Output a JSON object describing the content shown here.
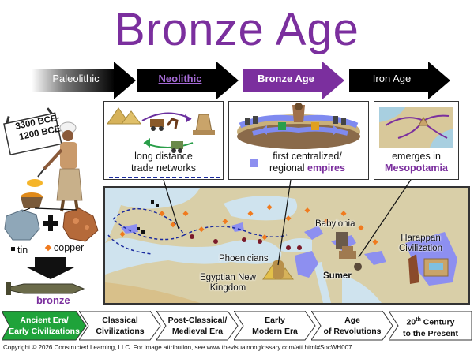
{
  "title": "Bronze Age",
  "eras": [
    "Paleolithic",
    "Neolithic",
    "Bronze Age",
    "Iron Age"
  ],
  "date_sign": {
    "line1": "3300 BCE-",
    "line2": "1200 BCE"
  },
  "left_panel": {
    "tin": "tin",
    "copper": "copper",
    "bronze": "bronze",
    "plus": "+"
  },
  "panels": {
    "trade": {
      "line1": "long distance",
      "line2": "trade networks"
    },
    "empires": {
      "line1": "first centralized/",
      "line2_prefix": "regional ",
      "line2_emph": "empires"
    },
    "mesopotamia": {
      "line1": "emerges in",
      "line2": "Mesopotamia"
    }
  },
  "map_labels": {
    "babylonia": "Babylonia",
    "harappan_1": "Harappan",
    "harappan_2": "Civilization",
    "phoenicians": "Phoenicians",
    "egypt_1": "Egyptian New",
    "egypt_2": "Kingdom",
    "sumer": "Sumer"
  },
  "timeline": [
    {
      "line1": "Ancient Era/",
      "line2": "Early Civilizations",
      "active": true
    },
    {
      "line1": "Classical",
      "line2": "Civilizations",
      "active": false
    },
    {
      "line1": "Post-Classical/",
      "line2": "Medieval Era",
      "active": false
    },
    {
      "line1": "Early",
      "line2": "Modern Era",
      "active": false
    },
    {
      "line1": "Age",
      "line2": "of Revolutions",
      "active": false
    },
    {
      "line1_main": "20",
      "line1_sup": "th",
      "line1_rest": " Century",
      "line2": "to the Present",
      "active": false
    }
  ],
  "copyright": "Copyright © 2026  Constructed Learning, LLC.  For image attribution, see www.thevisualnonglossary.com/att.html#SocWH007",
  "colors": {
    "accent": "#7b2f9e",
    "active_green": "#1fa33a",
    "empire_blue": "#8d8ff0",
    "trade_orange": "#f07a1e"
  }
}
